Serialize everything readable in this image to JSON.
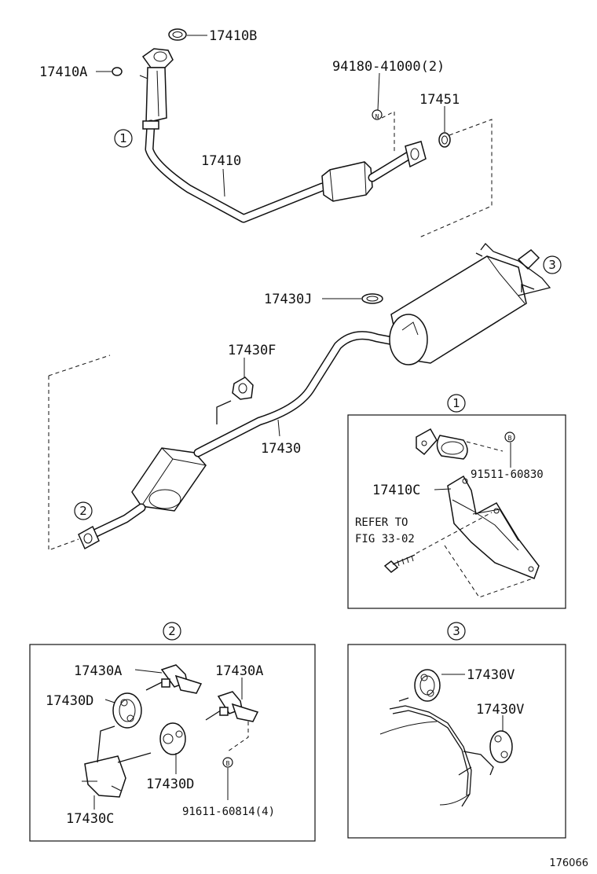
{
  "labels": {
    "p17410B": "17410B",
    "p17410A": "17410A",
    "p94180": "94180-41000(2)",
    "p17451": "17451",
    "p17410": "17410",
    "p17430J": "17430J",
    "p17430F": "17430F",
    "p17430": "17430",
    "p91511": "91511-60830",
    "p17410C": "17410C",
    "refer1": "REFER TO",
    "refer2": "FIG 33-02",
    "p17430A_1": "17430A",
    "p17430A_2": "17430A",
    "p17430D_1": "17430D",
    "p17430D_2": "17430D",
    "p17430C": "17430C",
    "p91611": "91611-60814(4)",
    "p17430V_1": "17430V",
    "p17430V_2": "17430V"
  },
  "callouts": {
    "c1": "1",
    "c2": "2",
    "c3": "3",
    "inset1": "1",
    "inset2": "2",
    "inset3": "3"
  },
  "markers": {
    "nut_a": "N",
    "nut_b": "B",
    "bolt_b": "B"
  },
  "figure_number": "176066"
}
